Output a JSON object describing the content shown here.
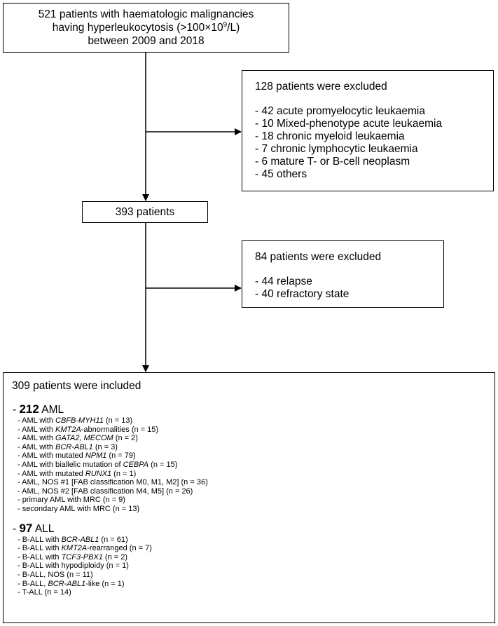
{
  "top_box": {
    "line1": "521 patients with haematologic malignancies",
    "line2_prefix": "having hyperleukocytosis (>100×10",
    "line2_sup": "9",
    "line2_suffix": "/L)",
    "line3": "between 2009 and 2018"
  },
  "excluded1": {
    "title": "128 patients were excluded",
    "items": [
      "- 42 acute promyelocytic leukaemia",
      "- 10 Mixed-phenotype acute leukaemia",
      "- 18 chronic myeloid leukaemia",
      "- 7 chronic lymphocytic leukaemia",
      "- 6 mature T- or B-cell neoplasm",
      "- 45 others"
    ]
  },
  "middle_box": {
    "label": "393 patients"
  },
  "excluded2": {
    "title": "84 patients were excluded",
    "items": [
      "- 44 relapse",
      "- 40 refractory state"
    ]
  },
  "included": {
    "title": "309 patients were included",
    "aml": {
      "count": "212",
      "label": "AML",
      "items": [
        {
          "pre": "- AML with ",
          "em": "CBFB-MYH11",
          "post": " (n = 13)"
        },
        {
          "pre": "- AML with ",
          "em": "KMT2A",
          "post": "-abnormalities (n = 15)"
        },
        {
          "pre": "- AML with ",
          "em": "GATA2, MECOM",
          "post": " (n = 2)"
        },
        {
          "pre": "- AML with ",
          "em": "BCR-ABL1",
          "post": " (n = 3)"
        },
        {
          "pre": "- AML with mutated ",
          "em": "NPM1",
          "post": " (n = 79)"
        },
        {
          "pre": "- AML with biallelic mutation of ",
          "em": "CEBPA",
          "post": " (n = 15)"
        },
        {
          "pre": "- AML with mutated ",
          "em": "RUNX1",
          "post": " (n = 1)"
        },
        {
          "pre": "- AML, NOS #1 [FAB classification M0, M1, M2] (n = 36)",
          "em": "",
          "post": ""
        },
        {
          "pre": "- AML, NOS #2 [FAB classification M4, M5] (n = 26)",
          "em": "",
          "post": ""
        },
        {
          "pre": "- primary AML with MRC (n = 9)",
          "em": "",
          "post": ""
        },
        {
          "pre": "- secondary AML with MRC (n = 13)",
          "em": "",
          "post": ""
        }
      ]
    },
    "all": {
      "count": "97",
      "label": "ALL",
      "items": [
        {
          "pre": "- B-ALL with ",
          "em": "BCR-ABL1",
          "post": " (n = 61)"
        },
        {
          "pre": "- B-ALL with ",
          "em": "KMT2A",
          "post": "-rearranged (n = 7)"
        },
        {
          "pre": "- B-ALL with ",
          "em": "TCF3-PBX1",
          "post": " (n = 2)"
        },
        {
          "pre": "- B-ALL with hypodiploidy (n = 1)",
          "em": "",
          "post": ""
        },
        {
          "pre": "- B-ALL, NOS (n = 11)",
          "em": "",
          "post": ""
        },
        {
          "pre": "- B-ALL, ",
          "em": "BCR-ABL1",
          "post": "-like (n = 1)"
        },
        {
          "pre": "- T-ALL (n = 14)",
          "em": "",
          "post": ""
        }
      ]
    }
  }
}
